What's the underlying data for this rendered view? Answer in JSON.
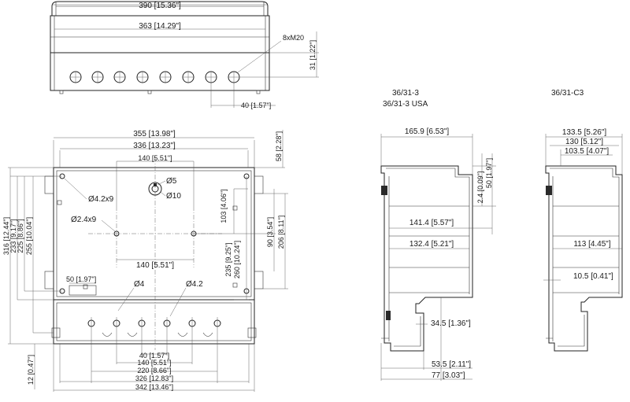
{
  "top_view": {
    "dim_width_outer": "390 [15.36\"]",
    "dim_width_inner": "363 [14.29\"]",
    "dim_thread": "8xM20",
    "dim_height": "31 [1.22\"]",
    "dim_spacing": "40 [1.57\"]"
  },
  "front_view": {
    "dim_355": "355 [13.98\"]",
    "dim_336": "336 [13.23\"]",
    "dim_140_top": "140 [5.51\"]",
    "dim_58": "58 [2.28\"]",
    "dim_103": "103 [4.06\"]",
    "dim_90": "90 [3.54\"]",
    "dim_235": "235 [9.25\"]",
    "dim_260": "260 [10.24\"]",
    "dim_206": "206 [8.11\"]",
    "dim_316": "316 [12.44\"]",
    "dim_233": "233 [9.17\"]",
    "dim_225": "225 [8.86\"]",
    "dim_255": "255 [10.04\"]",
    "dim_12": "12 [0.47\"]",
    "dim_140_mid": "140 [5.51\"]",
    "dim_50": "50 [1.97\"]",
    "hole_d5": "Ø5",
    "hole_d10": "Ø10",
    "hole_d42x9": "Ø4.2x9",
    "hole_d24x9": "Ø2.4x9",
    "hole_d4": "Ø4",
    "hole_d42": "Ø4.2",
    "dim_40_bottom": "40 [1.57\"]",
    "dim_140_bottom": "140 [5.51\"]",
    "dim_220": "220 [8.66\"]",
    "dim_326": "326 [12.83\"]",
    "dim_342": "342 [13.46\"]"
  },
  "section_a": {
    "title_1": "36/31-3",
    "title_2": "36/31-3 USA",
    "dim_165": "165.9 [6.53\"]",
    "dim_24": "2.4 [0.09\"]",
    "dim_50s": "50 [1.97\"]",
    "dim_141": "141.4 [5.57\"]",
    "dim_132": "132.4 [5.21\"]",
    "dim_34": "34.5 [1.36\"]",
    "dim_53": "53.5 [2.11\"]",
    "dim_77": "77 [3.03\"]"
  },
  "section_b": {
    "title": "36/31-C3",
    "dim_133": "133.5 [5.26\"]",
    "dim_130": "130 [5.12\"]",
    "dim_103": "103.5 [4.07\"]",
    "dim_113": "113 [4.45\"]",
    "dim_105": "10.5 [0.41\"]"
  }
}
